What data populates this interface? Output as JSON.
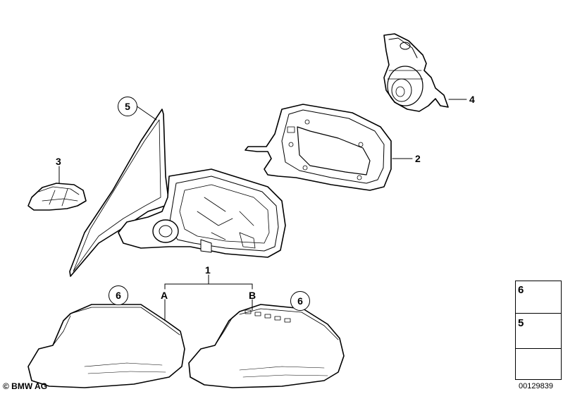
{
  "callouts": {
    "c1": "1",
    "c2": "2",
    "c3": "3",
    "c4": "4",
    "c5": "5",
    "c6a": "6",
    "c6b": "6",
    "variantA": "A",
    "variantB": "B"
  },
  "legend": {
    "item6": "6",
    "item5": "5"
  },
  "footer": {
    "copyright": "© BMW AG",
    "part_number": "00129839"
  }
}
